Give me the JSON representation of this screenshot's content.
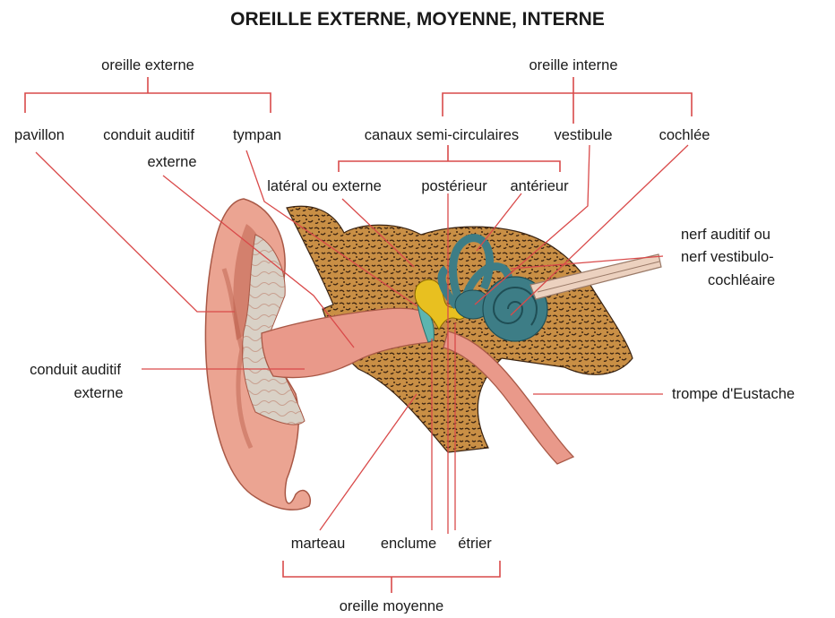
{
  "title": "OREILLE EXTERNE, MOYENNE, INTERNE",
  "groups": {
    "externe": "oreille externe",
    "interne": "oreille interne",
    "moyenne": "oreille moyenne"
  },
  "labels": {
    "pavillon": "pavillon",
    "conduit_top_1": "conduit auditif",
    "conduit_top_2": "externe",
    "tympan": "tympan",
    "canaux": "canaux semi-circulaires",
    "vestibule": "vestibule",
    "cochlee": "cochlée",
    "lateral": "latéral ou externe",
    "posterieur": "postérieur",
    "anterieur": "antérieur",
    "nerf_1": "nerf auditif ou",
    "nerf_2": "nerf vestibulo-",
    "nerf_3": "cochléaire",
    "conduit_left_1": "conduit auditif",
    "conduit_left_2": "externe",
    "trompe": "trompe d'Eustache",
    "marteau": "marteau",
    "enclume": "enclume",
    "etrier": "étrier"
  },
  "colors": {
    "leader": "#d94a4a",
    "skin": "#e8a090",
    "skin_dark": "#c9705e",
    "cartilage": "#d6cfc4",
    "bone": "#c9954a",
    "inner_ear": "#3d7d86",
    "ossicles": "#e8c020",
    "eardrum": "#5cb5b0"
  }
}
